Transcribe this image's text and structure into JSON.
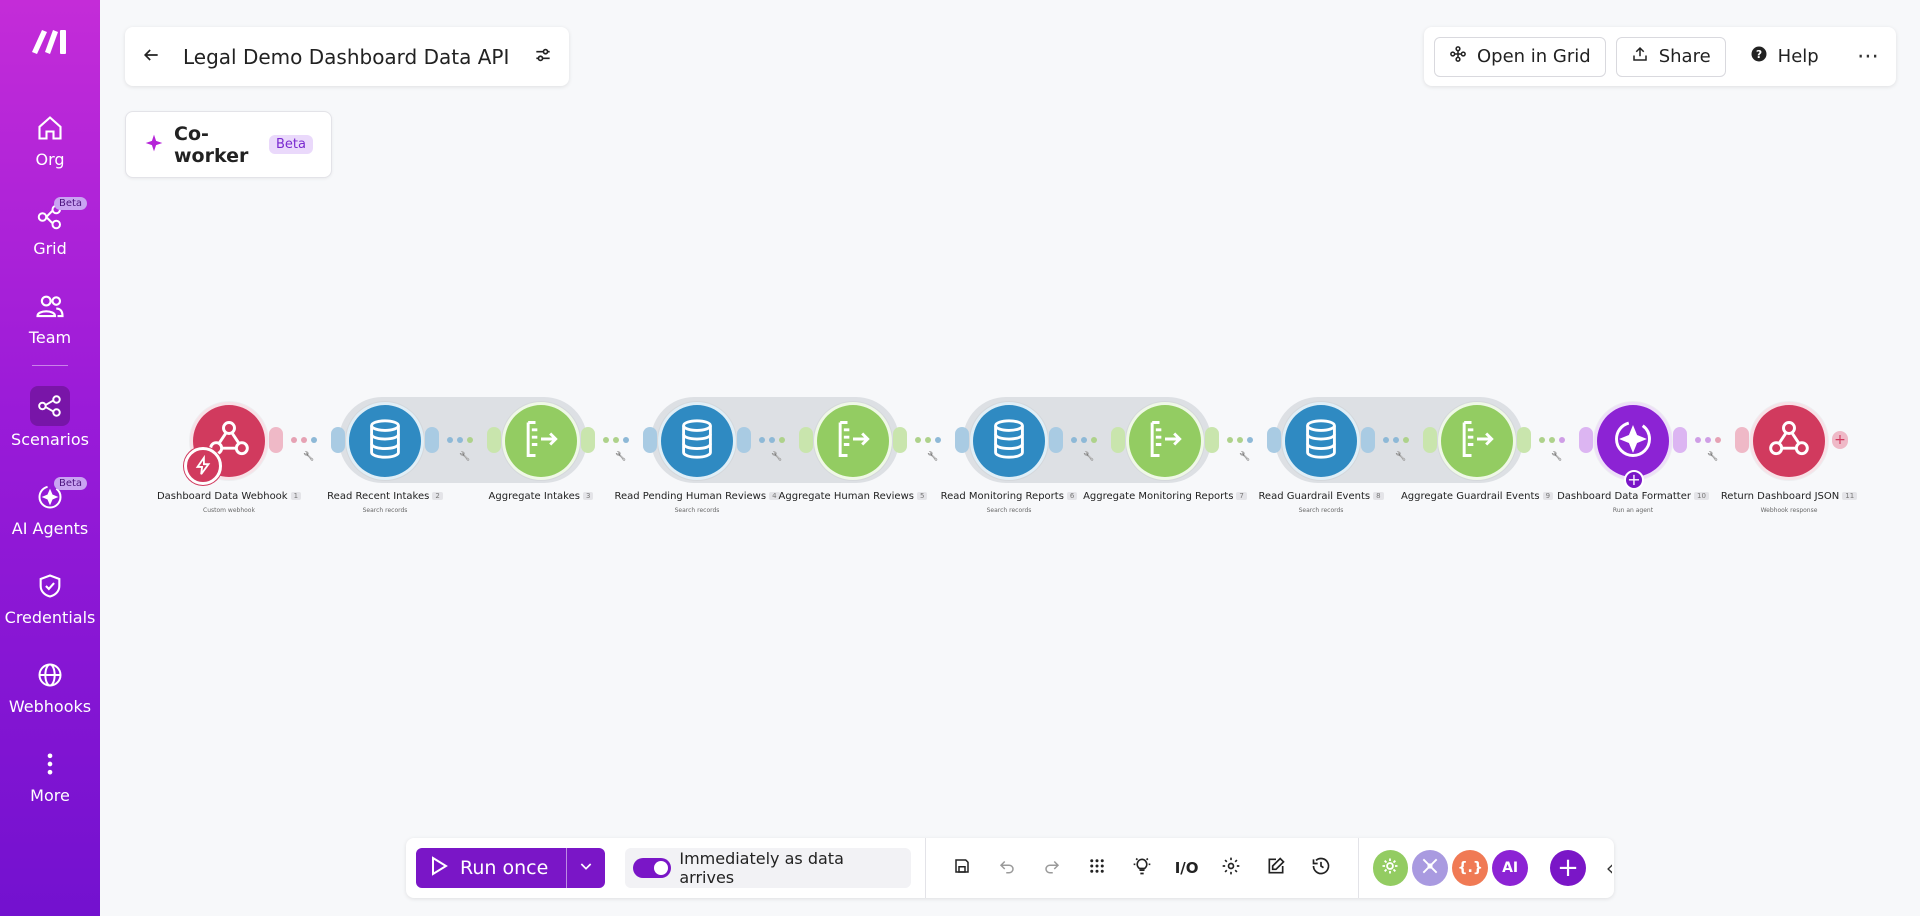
{
  "sidebar": {
    "items": [
      {
        "label": "Org",
        "icon": "home-icon"
      },
      {
        "label": "Grid",
        "icon": "grid-icon",
        "badge": "Beta"
      },
      {
        "label": "Team",
        "icon": "team-icon"
      },
      {
        "label": "Scenarios",
        "icon": "scenarios-icon",
        "active": true
      },
      {
        "label": "AI Agents",
        "icon": "ai-agents-icon",
        "badge": "Beta"
      },
      {
        "label": "Credentials",
        "icon": "shield-icon"
      },
      {
        "label": "Webhooks",
        "icon": "globe-icon"
      },
      {
        "label": "More",
        "icon": "more-vertical-icon"
      }
    ]
  },
  "header": {
    "title": "Legal Demo Dashboard Data API"
  },
  "coworker": {
    "label": "Co-worker",
    "badge": "Beta"
  },
  "top_actions": {
    "open_grid": "Open in Grid",
    "share": "Share",
    "help": "Help"
  },
  "flow": {
    "modules": [
      {
        "name": "Dashboard Data Webhook",
        "num": "1",
        "sub": "Custom webhook",
        "type": "webhook"
      },
      {
        "name": "Read Recent Intakes",
        "num": "2",
        "sub": "Search records",
        "type": "db"
      },
      {
        "name": "Aggregate Intakes",
        "num": "3",
        "sub": "",
        "type": "agg"
      },
      {
        "name": "Read Pending Human Reviews",
        "num": "4",
        "sub": "Search records",
        "type": "db"
      },
      {
        "name": "Aggregate Human Reviews",
        "num": "5",
        "sub": "",
        "type": "agg"
      },
      {
        "name": "Read Monitoring Reports",
        "num": "6",
        "sub": "Search records",
        "type": "db"
      },
      {
        "name": "Aggregate Monitoring Reports",
        "num": "7",
        "sub": "",
        "type": "agg"
      },
      {
        "name": "Read Guardrail Events",
        "num": "8",
        "sub": "Search records",
        "type": "db"
      },
      {
        "name": "Aggregate Guardrail Events",
        "num": "9",
        "sub": "",
        "type": "agg"
      },
      {
        "name": "Dashboard Data Formatter",
        "num": "10",
        "sub": "Run an agent",
        "type": "agent"
      },
      {
        "name": "Return Dashboard JSON",
        "num": "11",
        "sub": "Webhook response",
        "type": "webhook"
      }
    ]
  },
  "bottom": {
    "run_label": "Run once",
    "schedule_label": "Immediately as data arrives",
    "chips": [
      {
        "label": "",
        "color": "#93cc62",
        "icon": "gear-icon"
      },
      {
        "label": "",
        "color": "#a99ae0",
        "icon": "tools-icon"
      },
      {
        "label": "{.}",
        "color": "#f07a55",
        "icon": "json-icon"
      },
      {
        "label": "AI",
        "color": "#8c23d4",
        "icon": "ai-icon"
      }
    ]
  },
  "colors": {
    "brand": "#7a16c7",
    "webhook": "#d13a5e",
    "database": "#2f8ac2",
    "aggregator": "#93cc62"
  }
}
